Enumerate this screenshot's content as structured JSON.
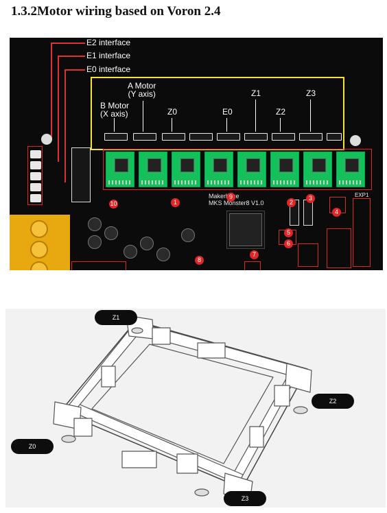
{
  "heading": "1.3.2Motor wiring based on Voron 2.4",
  "board": {
    "left_labels": [
      "E2 interface",
      "E1 interface",
      "E0 interface"
    ],
    "motor_labels": {
      "a_motor": "A Motor\n(Y axis)",
      "b_motor": "B Motor\n(X axis)",
      "z0": "Z0",
      "e0": "E0",
      "z1": "Z1",
      "z2": "Z2",
      "z3": "Z3"
    },
    "board_name": "Makerbase\nMKS Monster8 V1.0",
    "numbered_markers": [
      "1",
      "2",
      "3",
      "4",
      "5",
      "6",
      "7",
      "8",
      "9",
      "10"
    ],
    "exp_label": "EXP1"
  },
  "frame": {
    "pills": [
      "Z1",
      "Z2",
      "Z0",
      "Z3"
    ]
  },
  "colors": {
    "highlight": "#f4e52a",
    "marker": "#e02626",
    "driver": "#15c05a",
    "terminal": "#e8a810"
  }
}
